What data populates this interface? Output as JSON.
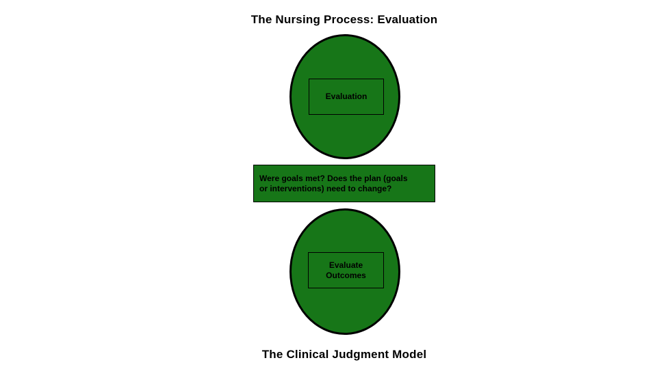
{
  "titles": {
    "top": "The Nursing Process: Evaluation",
    "bottom": "The Clinical Judgment Model"
  },
  "shapes": {
    "top_ellipse_label": "Evaluation",
    "question_text": "Were goals met? Does the plan (goals\nor interventions) need to change?",
    "bottom_ellipse_label": "Evaluate\nOutcomes"
  },
  "colors": {
    "shape-fill": "#177618",
    "shape-stroke": "#000000",
    "text": "#000000",
    "background": "#ffffff"
  }
}
